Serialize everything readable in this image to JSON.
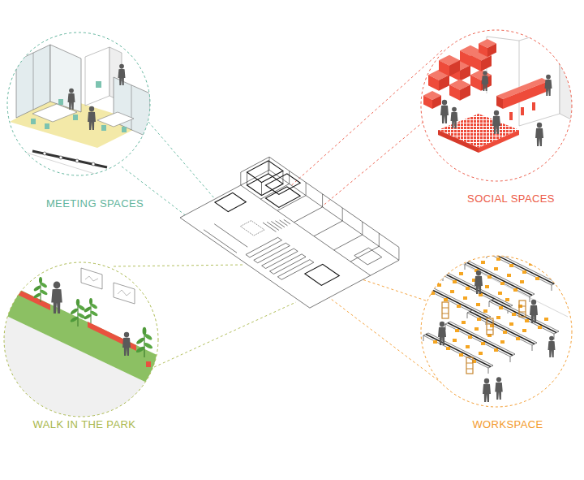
{
  "diagram": {
    "nodes": [
      {
        "text": [
          "MEETING SPACES"
        ]
      },
      {
        "text": [
          "SOCIAL SPACES"
        ]
      },
      {
        "text": [
          "WALK IN THE PARK"
        ]
      },
      {
        "text": [
          "WORKSPACE"
        ]
      }
    ]
  }
}
